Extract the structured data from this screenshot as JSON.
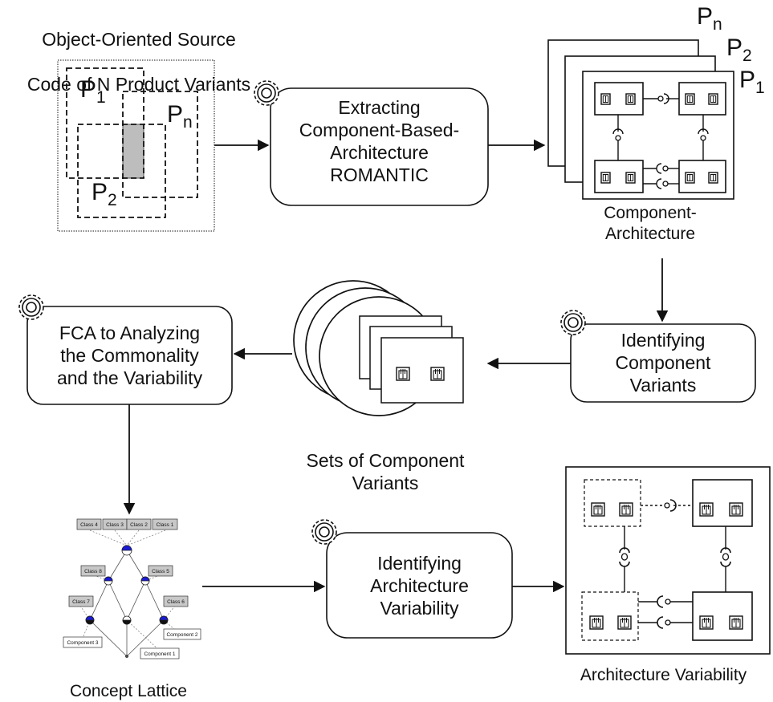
{
  "source": {
    "title_line1": "Object-Oriented Source",
    "title_line2": "Code of N Product Variants",
    "p1": "P",
    "p1_sub": "1",
    "pn": "P",
    "pn_sub": "n",
    "p2": "P",
    "p2_sub": "2"
  },
  "steps": {
    "extracting": "Extracting\nComponent-Based-\nArchitecture\nROMANTIC",
    "identifying_components": "Identifying\nComponent\nVariants",
    "fca": "FCA to Analyzing\nthe Commonality\nand the Variability",
    "identifying_architecture": "Identifying\nArchitecture\nVariability"
  },
  "outputs": {
    "component_architecture": "Component-\nArchitecture",
    "stack_pn": "P",
    "stack_pn_sub": "n",
    "stack_p2": "P",
    "stack_p2_sub": "2",
    "stack_p1": "P",
    "stack_p1_sub": "1",
    "sets_of_components": "Sets of Component\nVariants",
    "concept_lattice": "Concept Lattice",
    "architecture_variability": "Architecture Variability"
  },
  "lattice": {
    "class1": "Class 1",
    "class2": "Class 2",
    "class3": "Class 3",
    "class4": "Class 4",
    "class5": "Class 5",
    "class6": "Class 6",
    "class7": "Class 7",
    "class8": "Class 8",
    "component1": "Component 1",
    "component2": "Component 2",
    "component3": "Component 3"
  },
  "colors": {
    "ink": "#111111",
    "highlight": "#bdbdbd",
    "lattice_node": "#1a1ad6",
    "tag_fill": "#c8c8c8"
  }
}
